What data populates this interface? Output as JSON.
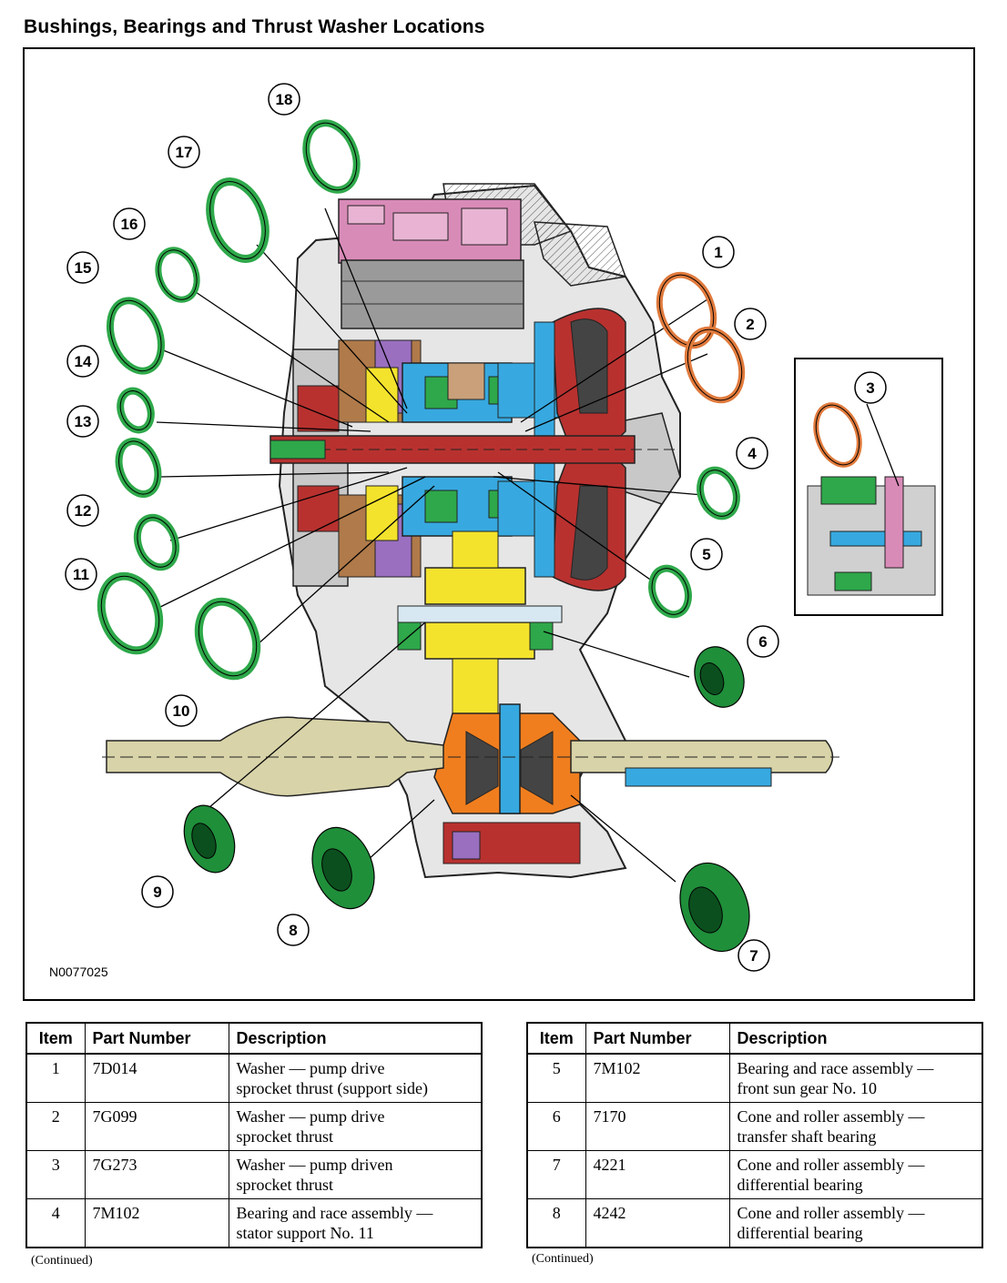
{
  "page": {
    "title": "Bushings, Bearings and Thrust Washer Locations",
    "figure_id": "N0077025",
    "continued_label": "(Continued)"
  },
  "colors": {
    "thrust_washer": "#2ea84a",
    "bearing": "#1f8f3a",
    "washer_orange": "#e07a3c",
    "housing_gray": "#c8c8c8",
    "shaft_red": "#b8312f",
    "planet_blue": "#37a9e0",
    "gear_yellow": "#f4e32c",
    "valve_pink": "#d98bb8",
    "differential_orange": "#f07e1e",
    "halfshaft_tan": "#d8d3a8"
  },
  "callouts": [
    "1",
    "2",
    "3",
    "4",
    "5",
    "6",
    "7",
    "8",
    "9",
    "10",
    "11",
    "12",
    "13",
    "14",
    "15",
    "16",
    "17",
    "18"
  ],
  "table_headers": {
    "item": "Item",
    "part_number": "Part Number",
    "description": "Description"
  },
  "parts_left": [
    {
      "item": "1",
      "part_number": "7D014",
      "description_line1": "Washer — pump drive",
      "description_line2": "sprocket thrust (support side)"
    },
    {
      "item": "2",
      "part_number": "7G099",
      "description_line1": "Washer — pump drive",
      "description_line2": "sprocket thrust"
    },
    {
      "item": "3",
      "part_number": "7G273",
      "description_line1": "Washer — pump driven",
      "description_line2": "sprocket thrust"
    },
    {
      "item": "4",
      "part_number": "7M102",
      "description_line1": "Bearing and race assembly —",
      "description_line2": "stator support No. 11"
    }
  ],
  "parts_right": [
    {
      "item": "5",
      "part_number": "7M102",
      "description_line1": "Bearing and race assembly —",
      "description_line2": "front sun gear No. 10"
    },
    {
      "item": "6",
      "part_number": "7170",
      "description_line1": "Cone and roller assembly —",
      "description_line2": "transfer shaft bearing"
    },
    {
      "item": "7",
      "part_number": "4221",
      "description_line1": "Cone and roller assembly —",
      "description_line2": "differential bearing"
    },
    {
      "item": "8",
      "part_number": "4242",
      "description_line1": "Cone and roller assembly —",
      "description_line2": "differential bearing"
    }
  ]
}
